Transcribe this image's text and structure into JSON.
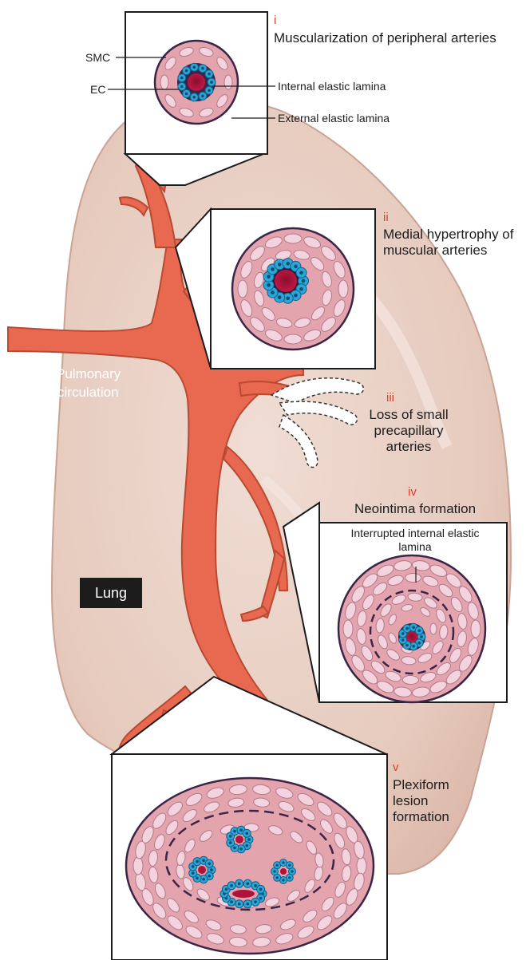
{
  "panels": [
    {
      "numeral": "i",
      "title": "Muscularization of peripheral arteries"
    },
    {
      "numeral": "ii",
      "title": "Medial hypertrophy of muscular arteries"
    },
    {
      "numeral": "iii",
      "title": "Loss of small precapillary arteries"
    },
    {
      "numeral": "iv",
      "title": "Neointima formation"
    },
    {
      "numeral": "v",
      "title": "Plexiform lesion formation"
    }
  ],
  "callouts": {
    "smc": "SMC",
    "ec": "EC",
    "internal_lamina": "Internal elastic lamina",
    "external_lamina": "External elastic lamina",
    "interrupted_lamina": "Interrupted internal elastic lamina"
  },
  "regions": {
    "circulation": "Pulmonary circulation",
    "lung": "Lung"
  },
  "colors": {
    "artery": "#e8694f",
    "lung": "#ead2c8",
    "cell_fill": "#f3d3de",
    "endothelium": "#2aa6d8",
    "lumen": "#b0123a",
    "wall_outline": "#3a2547",
    "accent_text": "#d2452b"
  }
}
